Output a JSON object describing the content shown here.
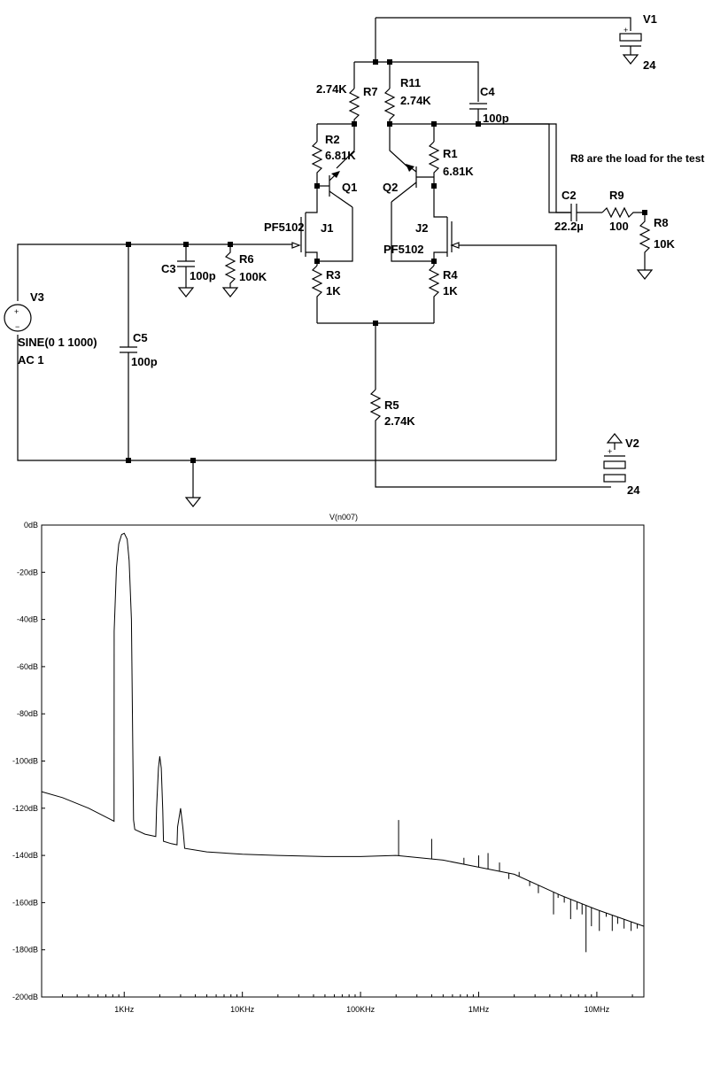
{
  "schematic": {
    "note": "R8 are the load for the test",
    "labels": {
      "V1": "V1",
      "V1_val": "24",
      "V2": "V2",
      "V2_val": "24",
      "V3": "V3",
      "V3_val1": "SINE(0 1 1000)",
      "V3_val2": "AC 1",
      "R7": "R7",
      "R7_val": "2.74K",
      "R11": "R11",
      "R11_val": "2.74K",
      "C4": "C4",
      "C4_val": "100p",
      "R2": "R2",
      "R2_val": "6.81K",
      "R1": "R1",
      "R1_val": "6.81K",
      "Q1": "Q1",
      "Q2": "Q2",
      "J1": "J1",
      "J1_val": "PF5102",
      "J2": "J2",
      "J2_val": "PF5102",
      "C3": "C3",
      "C3_val": "100p",
      "R6": "R6",
      "R6_val": "100K",
      "R3": "R3",
      "R3_val": "1K",
      "R4": "R4",
      "R4_val": "1K",
      "C5": "C5",
      "C5_val": "100p",
      "R5": "R5",
      "R5_val": "2.74K",
      "C2": "C2",
      "C2_val": "22.2µ",
      "R9": "R9",
      "R9_val": "100",
      "R8": "R8",
      "R8_val": "10K"
    }
  },
  "chart_data": {
    "type": "line",
    "title": "V(n007)",
    "xlabel": "",
    "ylabel": "",
    "x_scale": "log",
    "xlim": [
      200,
      25000000
    ],
    "ylim": [
      -200,
      0
    ],
    "yticks": [
      "0dB",
      "-20dB",
      "-40dB",
      "-60dB",
      "-80dB",
      "-100dB",
      "-120dB",
      "-140dB",
      "-160dB",
      "-180dB",
      "-200dB"
    ],
    "xticks": [
      "1KHz",
      "10KHz",
      "100KHz",
      "1MHz",
      "10MHz"
    ],
    "series": [
      {
        "values": [
          [
            200,
            -113
          ],
          [
            300,
            -115.5
          ],
          [
            500,
            -120
          ],
          [
            750,
            -124.5
          ],
          [
            820,
            -125.5
          ],
          [
            822,
            -45
          ],
          [
            860,
            -18
          ],
          [
            900,
            -8
          ],
          [
            950,
            -4
          ],
          [
            1000,
            -3.5
          ],
          [
            1060,
            -6
          ],
          [
            1100,
            -15
          ],
          [
            1150,
            -40
          ],
          [
            1200,
            -125
          ],
          [
            1230,
            -129
          ],
          [
            1500,
            -131
          ],
          [
            1850,
            -132
          ],
          [
            1880,
            -120
          ],
          [
            1950,
            -103
          ],
          [
            2000,
            -98
          ],
          [
            2060,
            -103
          ],
          [
            2120,
            -121
          ],
          [
            2150,
            -134
          ],
          [
            2500,
            -135
          ],
          [
            2800,
            -135.5
          ],
          [
            2830,
            -128
          ],
          [
            3000,
            -120
          ],
          [
            3150,
            -129
          ],
          [
            3250,
            -137
          ],
          [
            5000,
            -138.5
          ],
          [
            10000,
            -139.5
          ],
          [
            20000,
            -140
          ],
          [
            50000,
            -140.5
          ],
          [
            100000,
            -140.5
          ],
          [
            200000,
            -140
          ],
          [
            500000,
            -142
          ],
          [
            1000000,
            -145
          ],
          [
            2000000,
            -148
          ],
          [
            5000000,
            -157
          ],
          [
            10000000,
            -163
          ],
          [
            25000000,
            -170
          ]
        ]
      }
    ],
    "spurs": [
      [
        210000,
        -125
      ],
      [
        400000,
        -133
      ],
      [
        750000,
        -141
      ],
      [
        1000000,
        -140
      ],
      [
        1200000,
        -139
      ],
      [
        1500000,
        -143
      ],
      [
        1800000,
        -150
      ],
      [
        2200000,
        -147
      ],
      [
        2700000,
        -153
      ],
      [
        3200000,
        -156
      ],
      [
        3700000,
        -154
      ],
      [
        4300000,
        -165
      ],
      [
        4700000,
        -158
      ],
      [
        5300000,
        -160
      ],
      [
        6000000,
        -167
      ],
      [
        6800000,
        -163
      ],
      [
        7500000,
        -165
      ],
      [
        8100000,
        -181
      ],
      [
        9000000,
        -170
      ],
      [
        10500000,
        -172
      ],
      [
        12000000,
        -166
      ],
      [
        13500000,
        -172
      ],
      [
        15000000,
        -169
      ],
      [
        17000000,
        -171
      ],
      [
        19500000,
        -172
      ],
      [
        22000000,
        -171
      ]
    ]
  }
}
